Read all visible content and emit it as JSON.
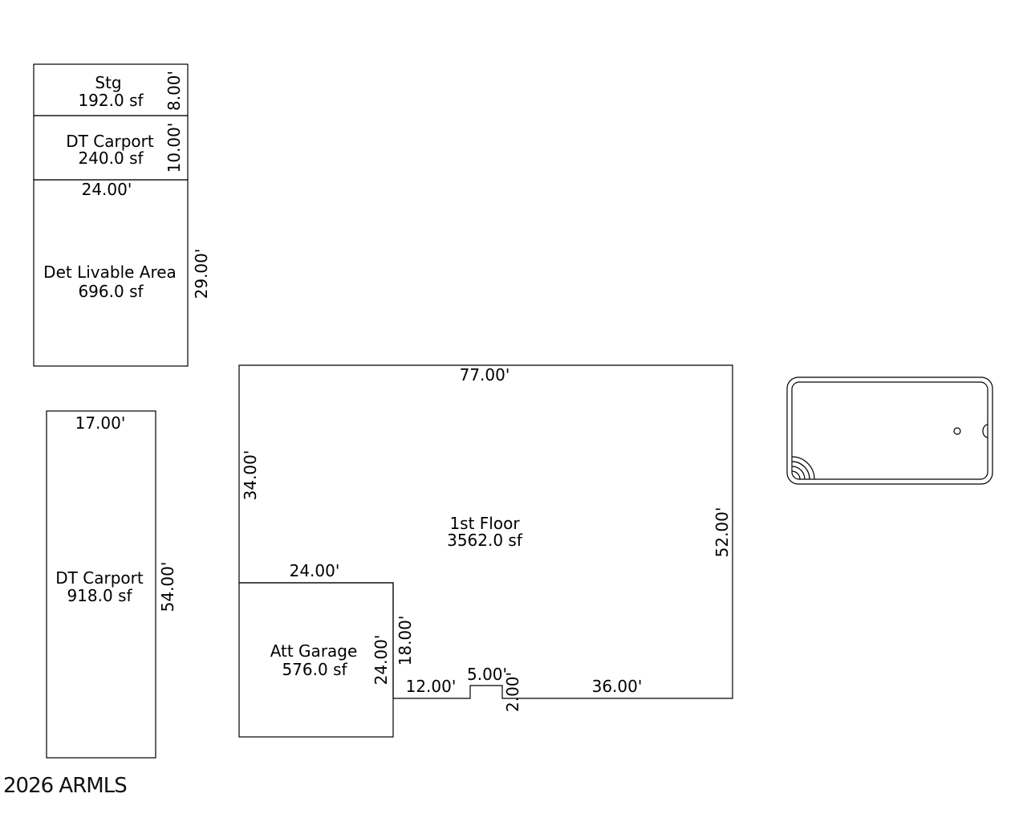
{
  "areas": {
    "storage": {
      "name": "Stg",
      "area": "192.0 sf",
      "side_dim": "8.00'"
    },
    "dt_carport_small": {
      "name": "DT Carport",
      "area": "240.0 sf",
      "side_dim": "10.00'"
    },
    "det_livable": {
      "name": "Det Livable Area",
      "area": "696.0 sf",
      "top_dim": "24.00'",
      "side_dim": "29.00'"
    },
    "dt_carport_large": {
      "name": "DT Carport",
      "area": "918.0 sf",
      "top_dim": "17.00'",
      "side_dim": "54.00'"
    },
    "first_floor": {
      "name": "1st Floor",
      "area": "3562.0 sf",
      "top_dim": "77.00'",
      "left_dim": "34.00'",
      "right_dim": "52.00'",
      "step_dim": "18.00'",
      "bottom_left_dim": "12.00'",
      "notch_width_dim": "5.00'",
      "notch_depth_dim": "2.00'",
      "bottom_right_dim": "36.00'"
    },
    "att_garage": {
      "name": "Att Garage",
      "area": "576.0 sf",
      "top_dim": "24.00'",
      "side_dim": "24.00'"
    }
  },
  "pool": {
    "icon": "pool-icon"
  },
  "watermark": "2026 ARMLS"
}
